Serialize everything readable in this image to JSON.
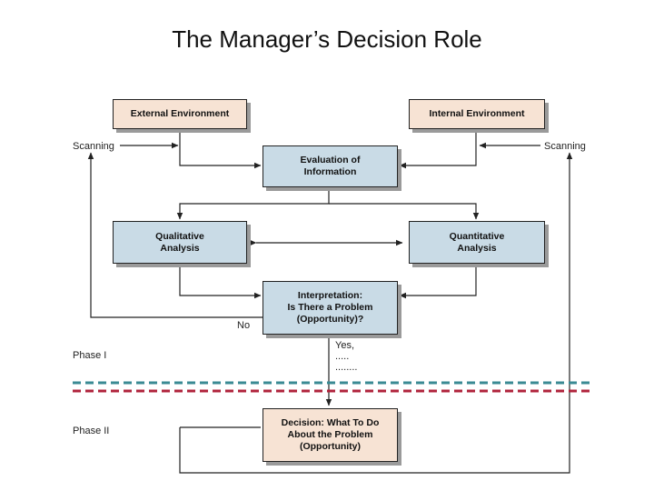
{
  "title": "The Manager’s Decision Role",
  "boxes": {
    "external": "External Environment",
    "internal": "Internal Environment",
    "evaluation": "Evaluation of\nInformation",
    "qualitative": "Qualitative\nAnalysis",
    "quantitative": "Quantitative\nAnalysis",
    "interpretation": "Interpretation:\nIs There a Problem\n(Opportunity)?",
    "decision": "Decision: What To Do\nAbout the Problem\n(Opportunity)"
  },
  "labels": {
    "scanning_left": "Scanning",
    "scanning_right": "Scanning",
    "no": "No",
    "yes": "Yes,\n.....\n........",
    "phase1": "Phase I",
    "phase2": "Phase II"
  },
  "colors": {
    "peach": "#f7e3d4",
    "blue": "#c9dbe6",
    "dash_teal": "#3a8a93",
    "dash_red": "#b0243c"
  }
}
